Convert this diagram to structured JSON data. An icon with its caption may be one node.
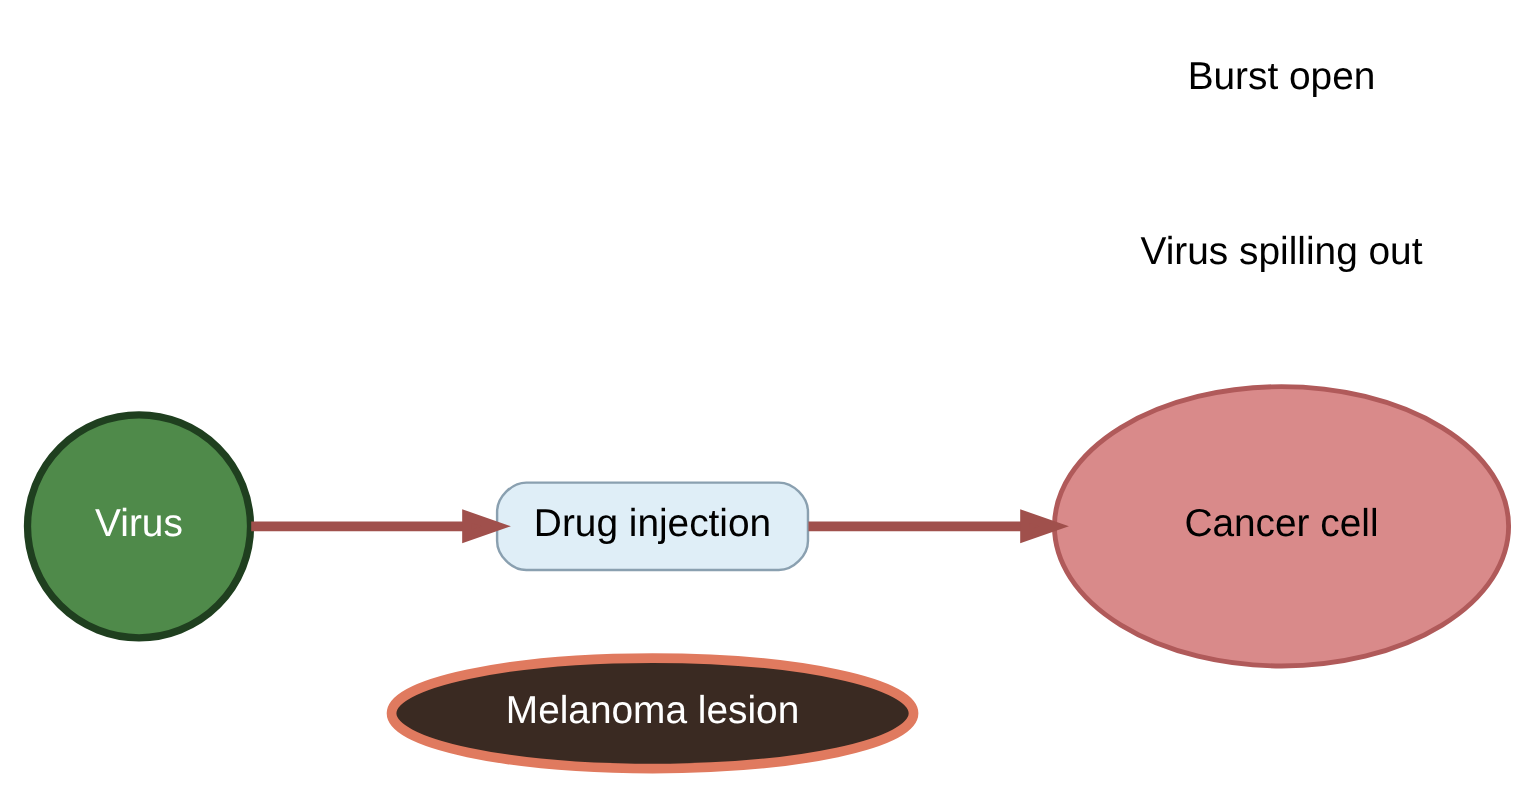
{
  "diagram": {
    "nodes": [
      {
        "text": [
          "Virus"
        ]
      },
      {
        "text": [
          "Drug injection"
        ]
      },
      {
        "text": [
          "Melanoma lesion"
        ]
      },
      {
        "text": [
          "Cancer cell"
        ]
      }
    ],
    "edges": [
      {
        "from": 0,
        "to": 1,
        "arrow": "to"
      },
      {
        "from": 1,
        "to": 3,
        "arrow": "to"
      }
    ],
    "labels": [
      "Virus spilling out",
      "Burst open"
    ]
  }
}
